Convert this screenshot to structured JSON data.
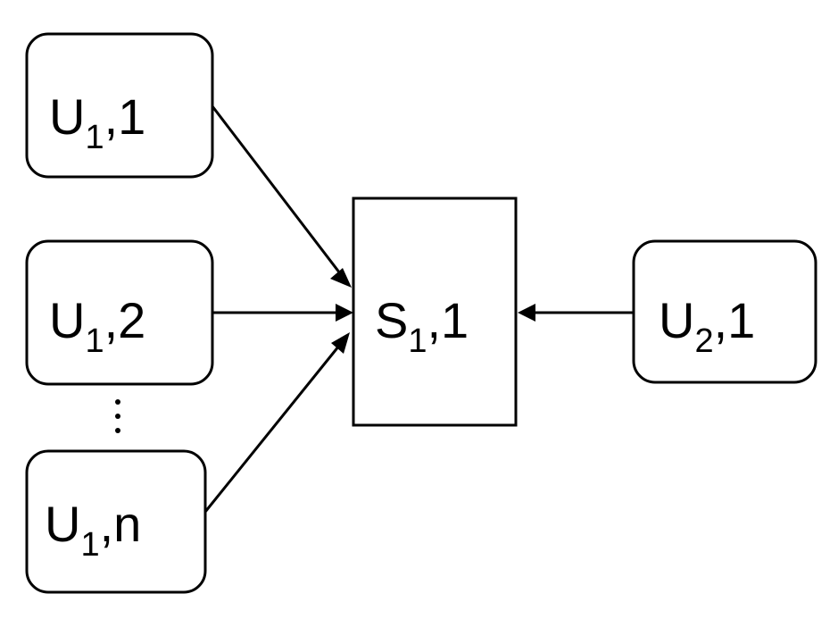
{
  "diagram": {
    "nodes": {
      "u11": {
        "base": "U",
        "sub": "1",
        "suffix": ",1"
      },
      "u12": {
        "base": "U",
        "sub": "1",
        "suffix": ",2"
      },
      "u1n": {
        "base": "U",
        "sub": "1",
        "suffix": ",n"
      },
      "s11": {
        "base": "S",
        "sub": "1",
        "suffix": ",1"
      },
      "u21": {
        "base": "U",
        "sub": "2",
        "suffix": ",1"
      }
    },
    "edges": [
      {
        "from": "U1,1",
        "to": "S1,1"
      },
      {
        "from": "U1,2",
        "to": "S1,1"
      },
      {
        "from": "U1,n",
        "to": "S1,1"
      },
      {
        "from": "U2,1",
        "to": "S1,1"
      }
    ],
    "colors": {
      "stroke": "#000000",
      "fill": "#ffffff"
    }
  }
}
